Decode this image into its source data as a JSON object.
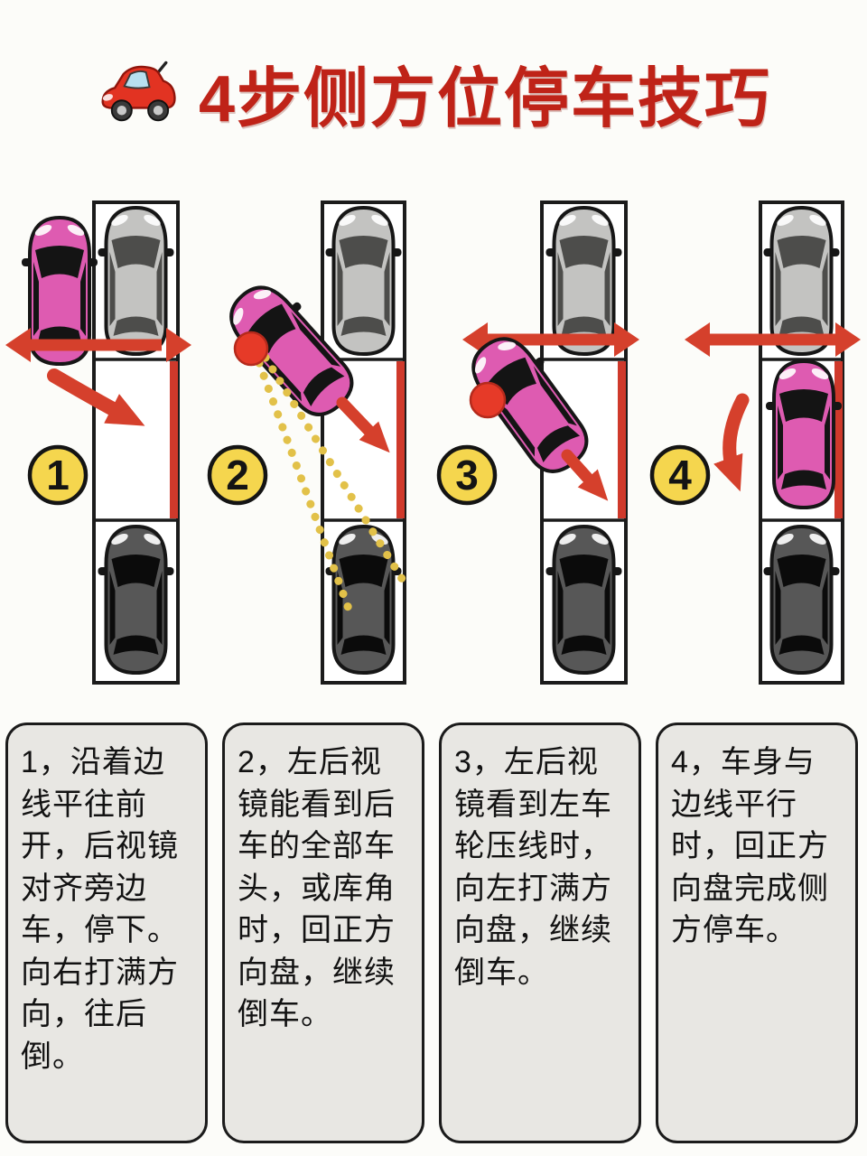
{
  "page": {
    "background": "#fcfcf9"
  },
  "header": {
    "title": "4步侧方位停车技巧",
    "title_color": "#bf2318",
    "car_icon": "red-car-side-icon"
  },
  "steps": [
    {
      "number": "1",
      "description": "1，沿着边线平往前开，后视镜对齐旁边车，停下。向右打满方向，往后倒。"
    },
    {
      "number": "2",
      "description": "2，左后视镜能看到后车的全部车头，或库角时，回正方向盘，继续倒车。"
    },
    {
      "number": "3",
      "description": "3，左后视镜看到左车轮压线时，向左打满方向盘，继续倒车。"
    },
    {
      "number": "4",
      "description": "4，车身与边线平行时，回正方向盘完成侧方停车。"
    }
  ],
  "diagram": {
    "ego_car": "pink-car-top-view",
    "parked_cars": [
      "silver-car-top-view",
      "dark-car-top-view"
    ],
    "badge_shape": "yellow-circle-number-badge",
    "range_arrow": "red-double-headed-arrow",
    "space_edge": "red-vertical-line",
    "mirror_marker": "red-dot",
    "sight_lines": "yellow-dotted-sight-lines"
  },
  "colors": {
    "title_red": "#bf2318",
    "arrow_red": "#d5402c",
    "edge_line_red": "#cf392b",
    "badge_yellow": "#f5d64e",
    "badge_border": "#141414",
    "dot_red": "#e63a28",
    "dot_red_border": "#b52a1c",
    "sight_dot_yellow": "#e2c149",
    "car_pink": "#de5bb1",
    "car_silver": "#c3c3c1",
    "car_dark": "#575757",
    "card_bg": "#e8e7e3",
    "card_border": "#1b1b1b"
  }
}
